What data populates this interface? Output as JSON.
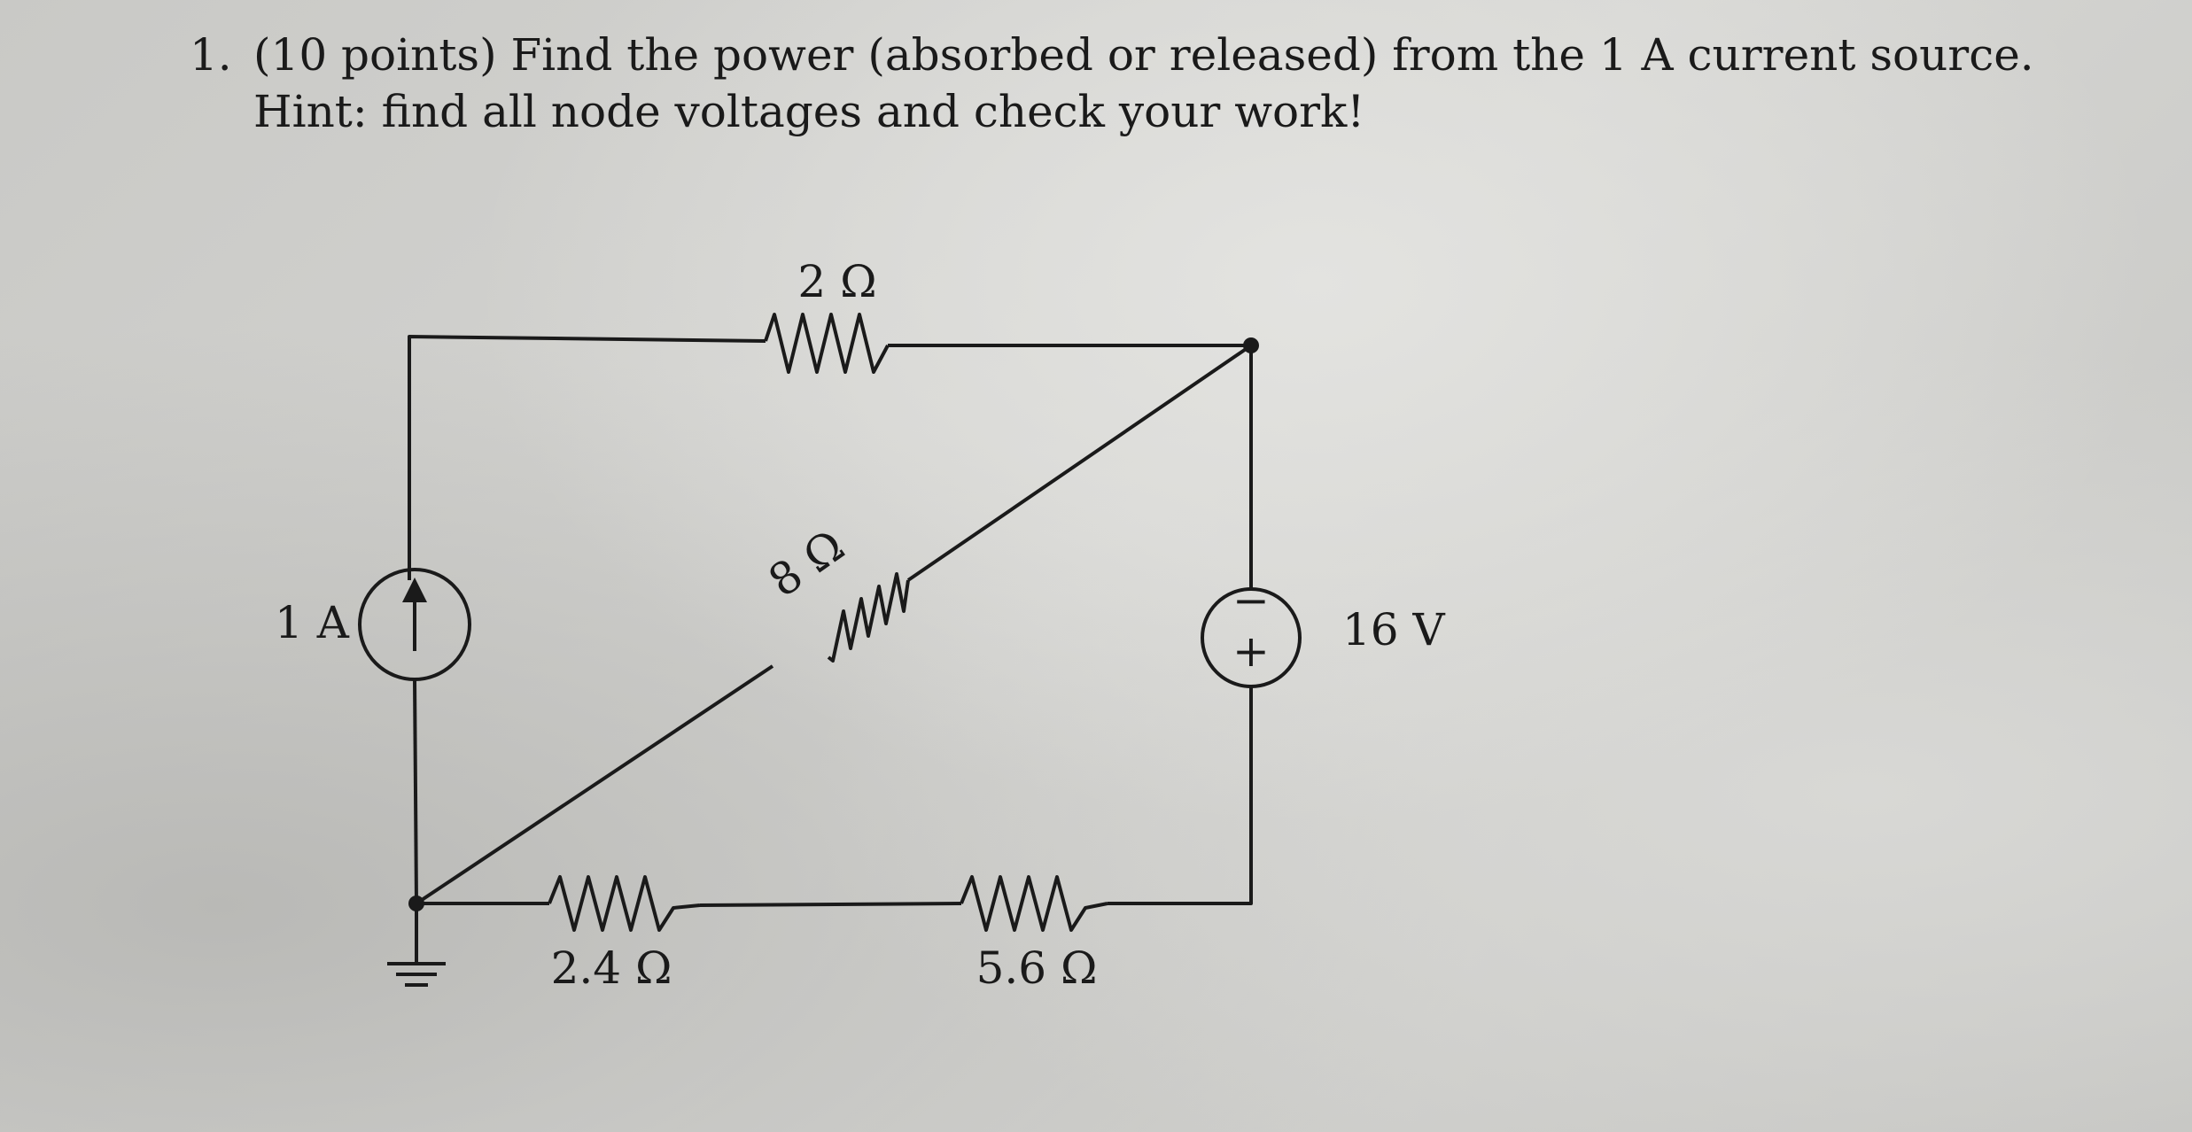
{
  "problem": {
    "number": "1.",
    "text": "(10 points) Find the power (absorbed or released) from the 1 A current source. Hint: find all node voltages and check your work!"
  },
  "circuit": {
    "current_source": {
      "label": "1 A"
    },
    "voltage_source": {
      "label": "16 V",
      "minus_sign": "−",
      "plus_sign": "+"
    },
    "resistors": {
      "top": {
        "label": "2 Ω"
      },
      "diagonal": {
        "label": "8 Ω"
      },
      "bottom_left": {
        "label": "2.4 Ω"
      },
      "bottom_right": {
        "label": "5.6 Ω"
      }
    }
  },
  "colors": {
    "ink": "#1a1a1a",
    "paper": "#cfcfcc"
  }
}
